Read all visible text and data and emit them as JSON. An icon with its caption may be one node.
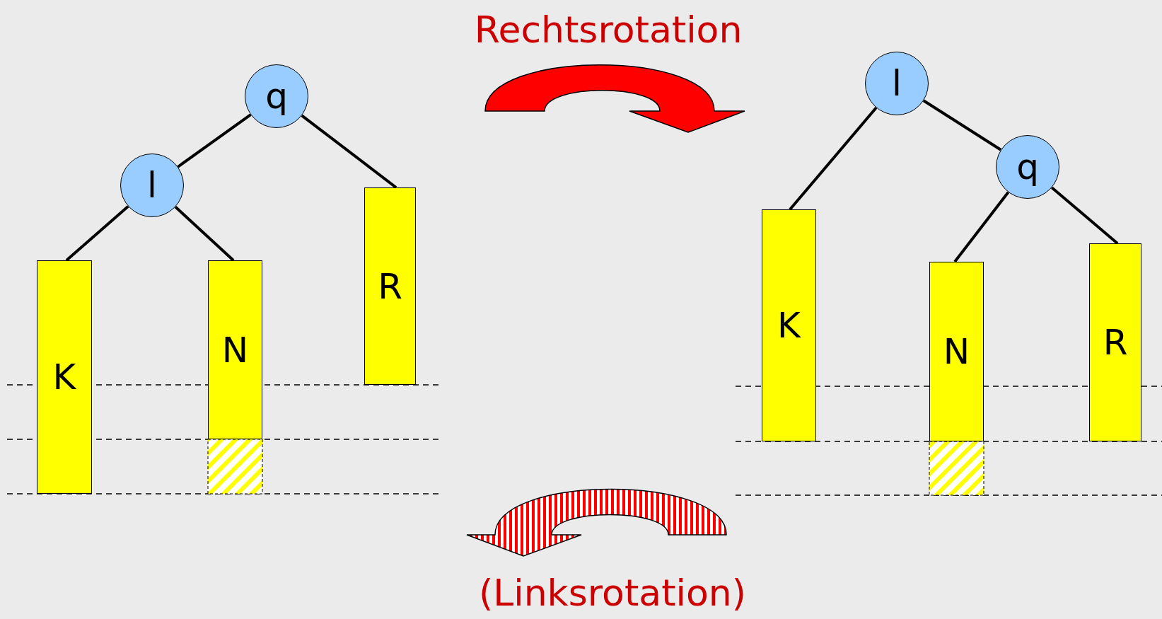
{
  "diagram": {
    "nodes": [
      {
        "text": [
          "q"
        ]
      },
      {
        "text": [
          "l"
        ]
      },
      {
        "text": [
          "K"
        ]
      },
      {
        "text": [
          "N"
        ]
      },
      {
        "text": [
          "R"
        ]
      },
      {
        "text": [
          "l"
        ]
      },
      {
        "text": [
          "q"
        ]
      },
      {
        "text": [
          "K"
        ]
      },
      {
        "text": [
          "N"
        ]
      },
      {
        "text": [
          "R"
        ]
      },
      {
        "text": [],
        "shape": "bar"
      },
      {
        "text": [],
        "shape": "bar"
      }
    ],
    "edges": [
      {
        "from": 0,
        "to": 1,
        "arrow": "none"
      },
      {
        "from": 0,
        "to": 4,
        "arrow": "none"
      },
      {
        "from": 1,
        "to": 2,
        "arrow": "none"
      },
      {
        "from": 1,
        "to": 3,
        "arrow": "none"
      },
      {
        "from": 5,
        "to": 7,
        "arrow": "none"
      },
      {
        "from": 5,
        "to": 6,
        "arrow": "none"
      },
      {
        "from": 6,
        "to": 8,
        "arrow": "none"
      },
      {
        "from": 6,
        "to": 9,
        "arrow": "none"
      }
    ],
    "labels": [
      "Rechtsrotation",
      "(Linksrotation)"
    ]
  }
}
